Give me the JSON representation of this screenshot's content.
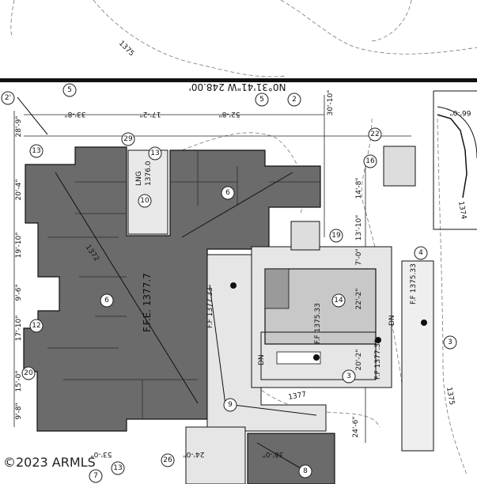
{
  "plan": {
    "property_line_label": "N0°31'41\"W  248.00'",
    "contour_labels": [
      "1375",
      "1374",
      "1375",
      "1377"
    ],
    "dimensions": [
      "28'-9\"",
      "20'-4\"",
      "19'-10\"",
      "9'-6\"",
      "17'-10\"",
      "15'-0\"",
      "9'-8\"",
      "33'-8\"",
      "17'-2\"",
      "52'-8\"",
      "30'-10\"",
      "14'-8\"",
      "13'-10\"",
      "7'-0\"",
      "22'-2\"",
      "20'-2\"",
      "24'-6\"",
      "24'-0\"",
      "36'-0\"",
      "53'-0\"",
      "66'-0\""
    ],
    "elevations": {
      "ffe_main": "F.F.E. 1377.7",
      "lng": "LNG",
      "lng_value": "1376.0",
      "ff_1": "F.F 1377.33",
      "ff_2": "F.F 1375.33",
      "ff_3": "F.F 1377.33",
      "ff_4": "F.F 1375.33",
      "contour_1372": "1372"
    },
    "notes": [
      "DN",
      "DN"
    ],
    "tags": [
      "2'",
      "5",
      "5",
      "2",
      "29",
      "13",
      "13",
      "10",
      "6",
      "6",
      "22",
      "16",
      "19",
      "4",
      "14",
      "12",
      "20",
      "3",
      "3",
      "9",
      "8",
      "13",
      "26",
      "7"
    ]
  },
  "watermark": "©2023 ARMLS",
  "colors": {
    "building": "#6b6b6b",
    "pool": "#c8c8c8",
    "paving": "#e6e6e6",
    "line": "#111111"
  }
}
